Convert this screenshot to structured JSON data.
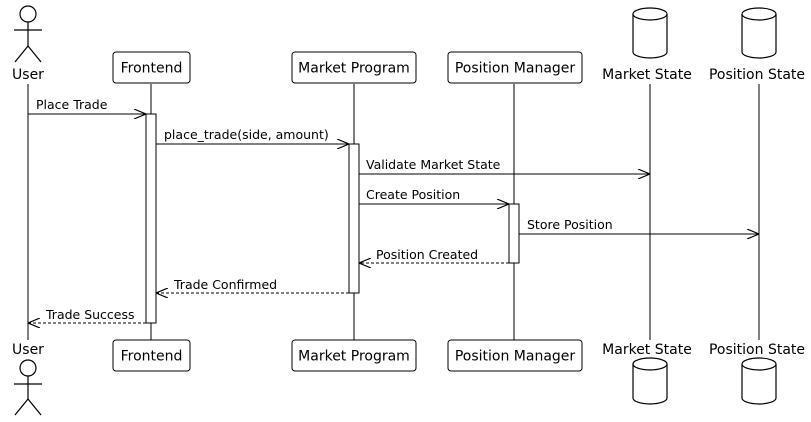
{
  "participants": [
    {
      "id": "user",
      "type": "actor",
      "label": "User"
    },
    {
      "id": "frontend",
      "type": "box",
      "label": "Frontend"
    },
    {
      "id": "market_program",
      "type": "box",
      "label": "Market Program"
    },
    {
      "id": "position_manager",
      "type": "box",
      "label": "Position Manager"
    },
    {
      "id": "market_state",
      "type": "database",
      "label": "Market State"
    },
    {
      "id": "position_state",
      "type": "database",
      "label": "Position State"
    }
  ],
  "messages": [
    {
      "from": "user",
      "to": "frontend",
      "label": "Place Trade",
      "style": "solid"
    },
    {
      "from": "frontend",
      "to": "market_program",
      "label": "place_trade(side, amount)",
      "style": "solid"
    },
    {
      "from": "market_program",
      "to": "market_state",
      "label": "Validate Market State",
      "style": "solid"
    },
    {
      "from": "market_program",
      "to": "position_manager",
      "label": "Create Position",
      "style": "solid"
    },
    {
      "from": "position_manager",
      "to": "position_state",
      "label": "Store Position",
      "style": "solid"
    },
    {
      "from": "position_manager",
      "to": "market_program",
      "label": "Position Created",
      "style": "dashed"
    },
    {
      "from": "market_program",
      "to": "frontend",
      "label": "Trade Confirmed",
      "style": "dashed"
    },
    {
      "from": "frontend",
      "to": "user",
      "label": "Trade Success",
      "style": "dashed"
    }
  ]
}
